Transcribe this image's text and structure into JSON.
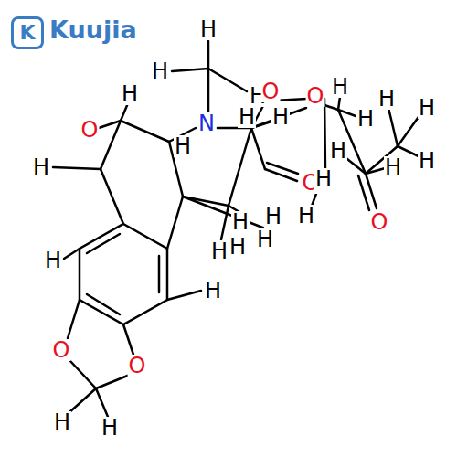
{
  "diagram": {
    "labels": [
      "K",
      "Kuujia",
      "H",
      "H",
      "H",
      "H",
      "O",
      "H",
      "O",
      "H",
      "H",
      "H",
      "H",
      "H",
      "H",
      "H",
      "O",
      "H",
      "H",
      "O",
      "H",
      "O",
      "H",
      "N",
      "H",
      "H",
      "H",
      "H",
      "H",
      "H",
      "H",
      "H",
      "O",
      "O",
      "H",
      "H"
    ]
  }
}
